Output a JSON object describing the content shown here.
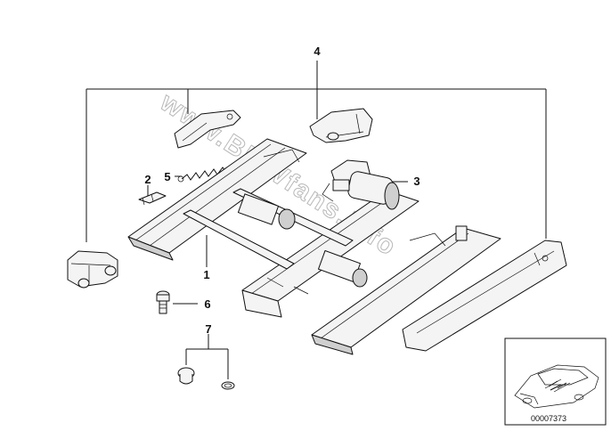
{
  "callouts": {
    "c1": "1",
    "c2": "2",
    "c3": "3",
    "c4": "4",
    "c5": "5",
    "c6": "6",
    "c7": "7"
  },
  "watermark": "www.BMWfans.info",
  "inset": {
    "reference_number": "00007373"
  }
}
